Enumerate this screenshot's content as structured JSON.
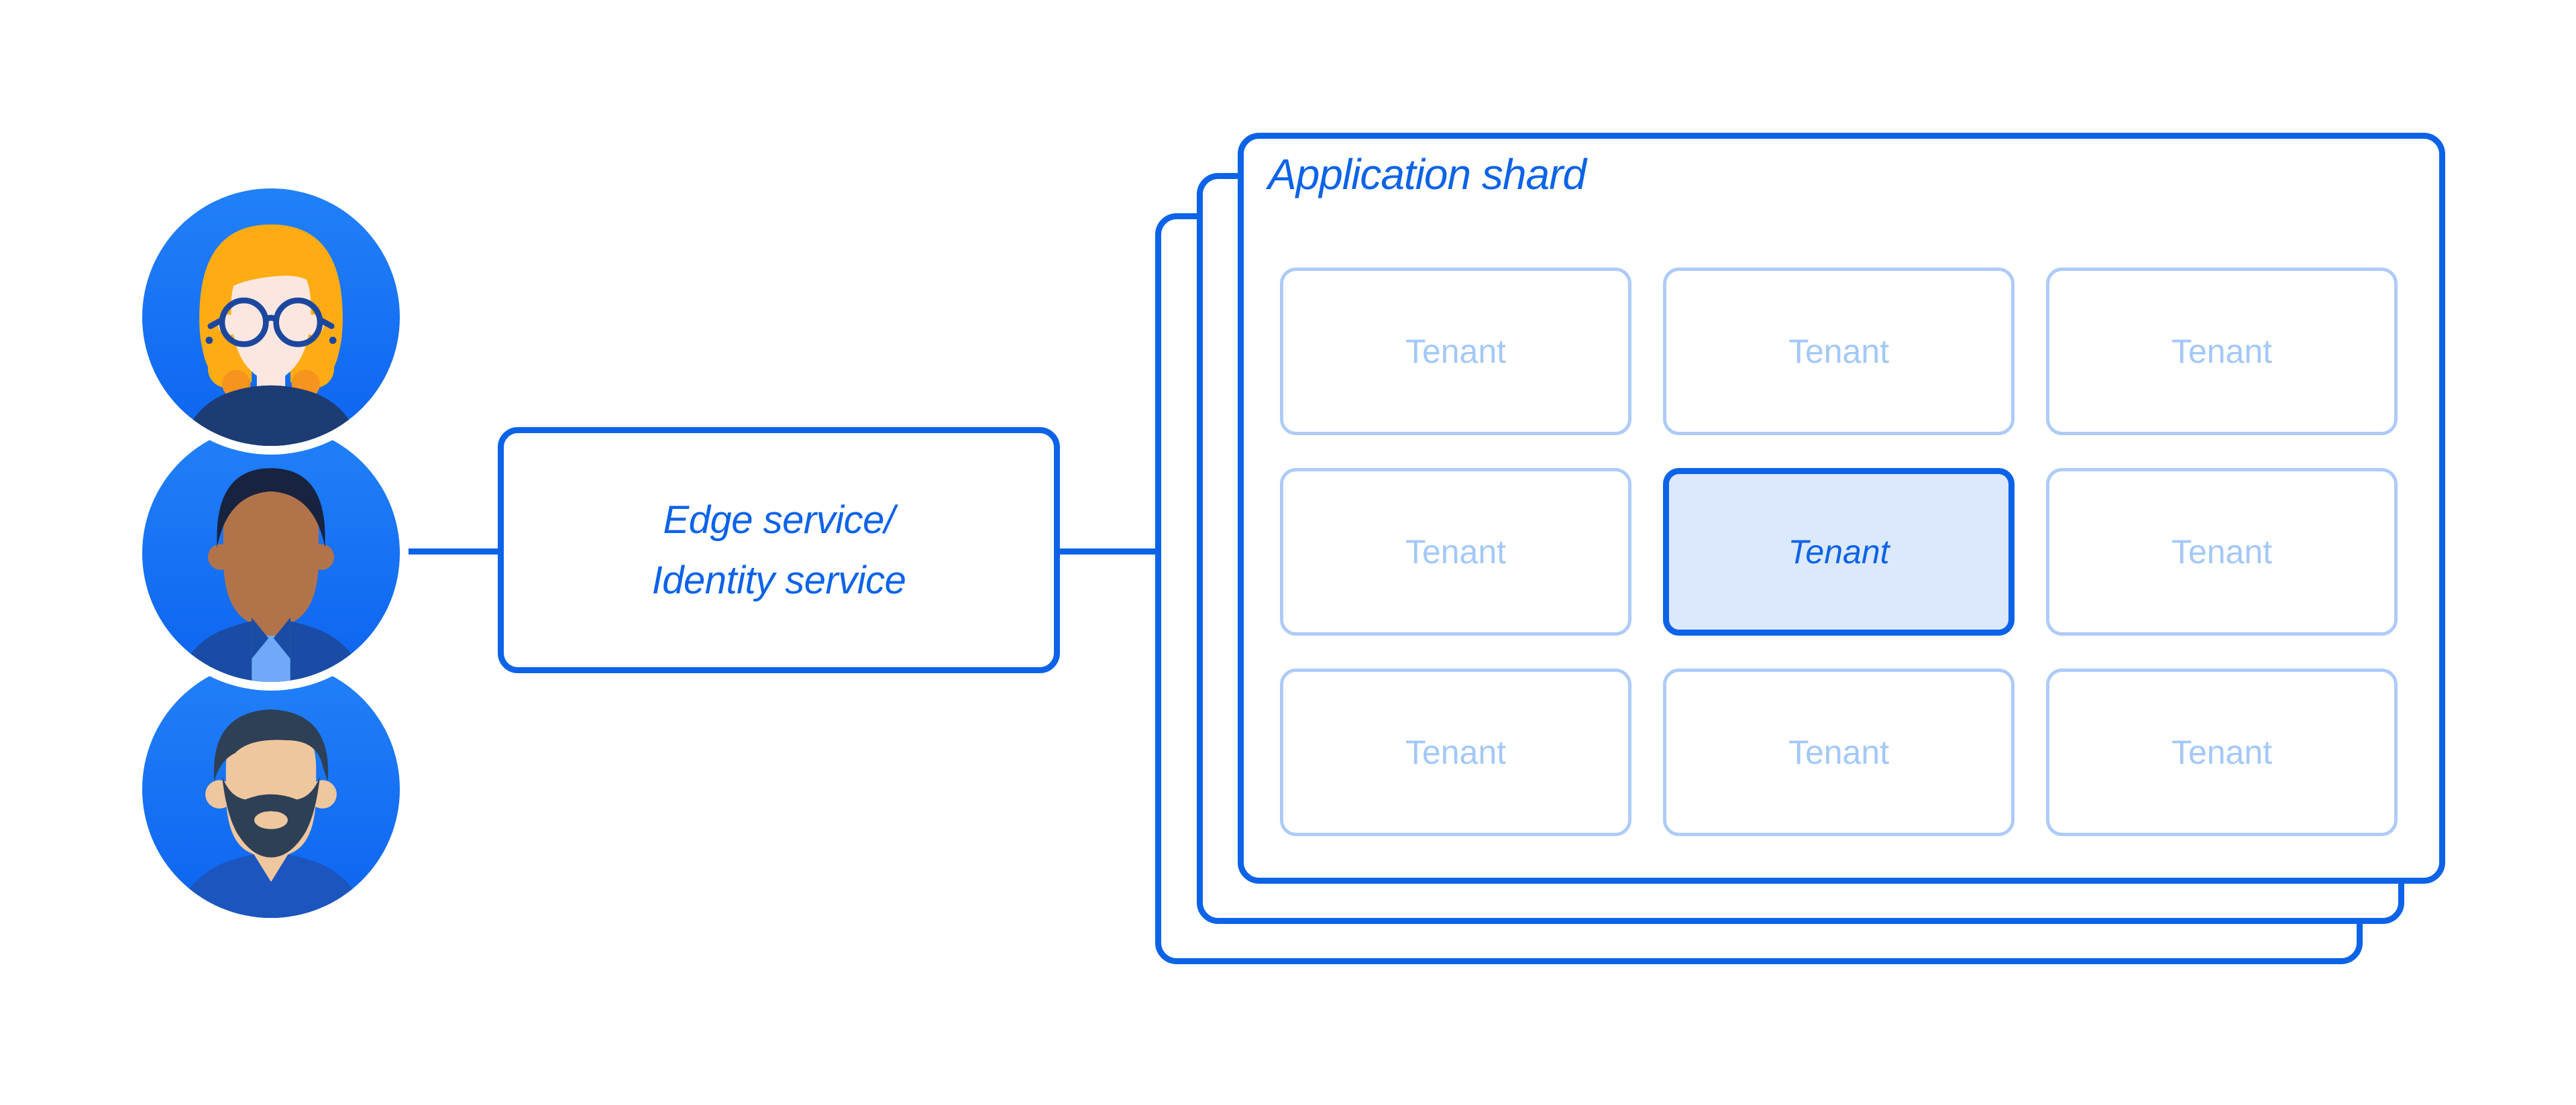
{
  "colors": {
    "accent": "#0C63E8",
    "tenant_border": "#AECBF8",
    "tenant_text": "#A3C8F8",
    "tenant_active_fill": "#DCE9FC",
    "avatar_circle": "#1B76F6"
  },
  "users": {
    "avatars": [
      {
        "icon": "avatar-woman-glasses-icon"
      },
      {
        "icon": "avatar-man-short-hair-icon"
      },
      {
        "icon": "avatar-man-beard-icon"
      }
    ]
  },
  "edge_service": {
    "line1": "Edge service/",
    "line2": "Identity service"
  },
  "application_shard": {
    "title": "Application shard",
    "tenants": [
      {
        "label": "Tenant",
        "highlighted": false
      },
      {
        "label": "Tenant",
        "highlighted": false
      },
      {
        "label": "Tenant",
        "highlighted": false
      },
      {
        "label": "Tenant",
        "highlighted": false
      },
      {
        "label": "Tenant",
        "highlighted": true
      },
      {
        "label": "Tenant",
        "highlighted": false
      },
      {
        "label": "Tenant",
        "highlighted": false
      },
      {
        "label": "Tenant",
        "highlighted": false
      },
      {
        "label": "Tenant",
        "highlighted": false
      }
    ]
  }
}
